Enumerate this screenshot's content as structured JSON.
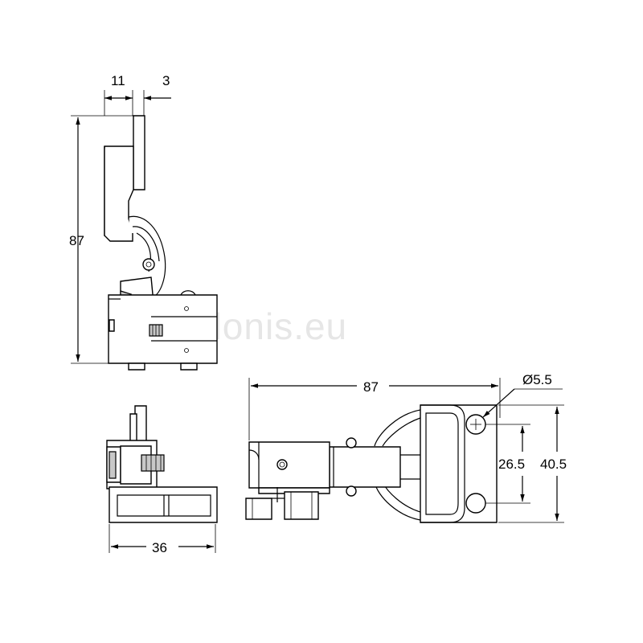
{
  "watermark": "zalonis.eu",
  "dimensions": {
    "side_top_left": "11",
    "side_top_right": "3",
    "side_height": "87",
    "front_width": "36",
    "plan_length": "87",
    "hole_diameter": "Ø5.5",
    "hole_spacing": "26.5",
    "plate_height": "40.5"
  },
  "colors": {
    "line": "#000000",
    "fill": "#ffffff",
    "shade": "#c8c8c8",
    "watermark": "#e6e6e6"
  }
}
